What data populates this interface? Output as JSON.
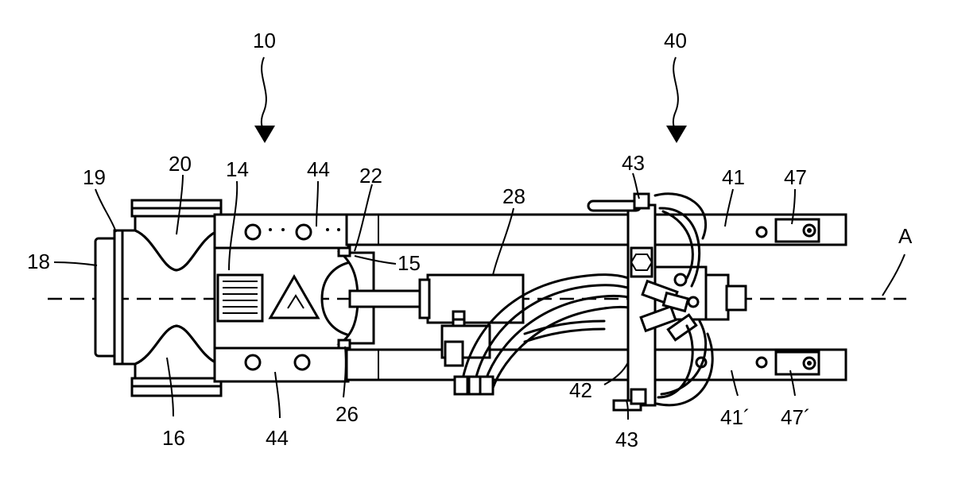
{
  "figure": {
    "labels": {
      "l10": "10",
      "l40": "40",
      "l19": "19",
      "l20": "20",
      "l14": "14",
      "l44_top": "44",
      "l22": "22",
      "l28": "28",
      "l43_top": "43",
      "l41": "41",
      "l47": "47",
      "lA": "A",
      "l18": "18",
      "l15": "15",
      "l42": "42",
      "l16": "16",
      "l44_bottom": "44",
      "l26": "26",
      "l43_bottom": "43",
      "l41p": "41´",
      "l47p": "47´"
    }
  }
}
